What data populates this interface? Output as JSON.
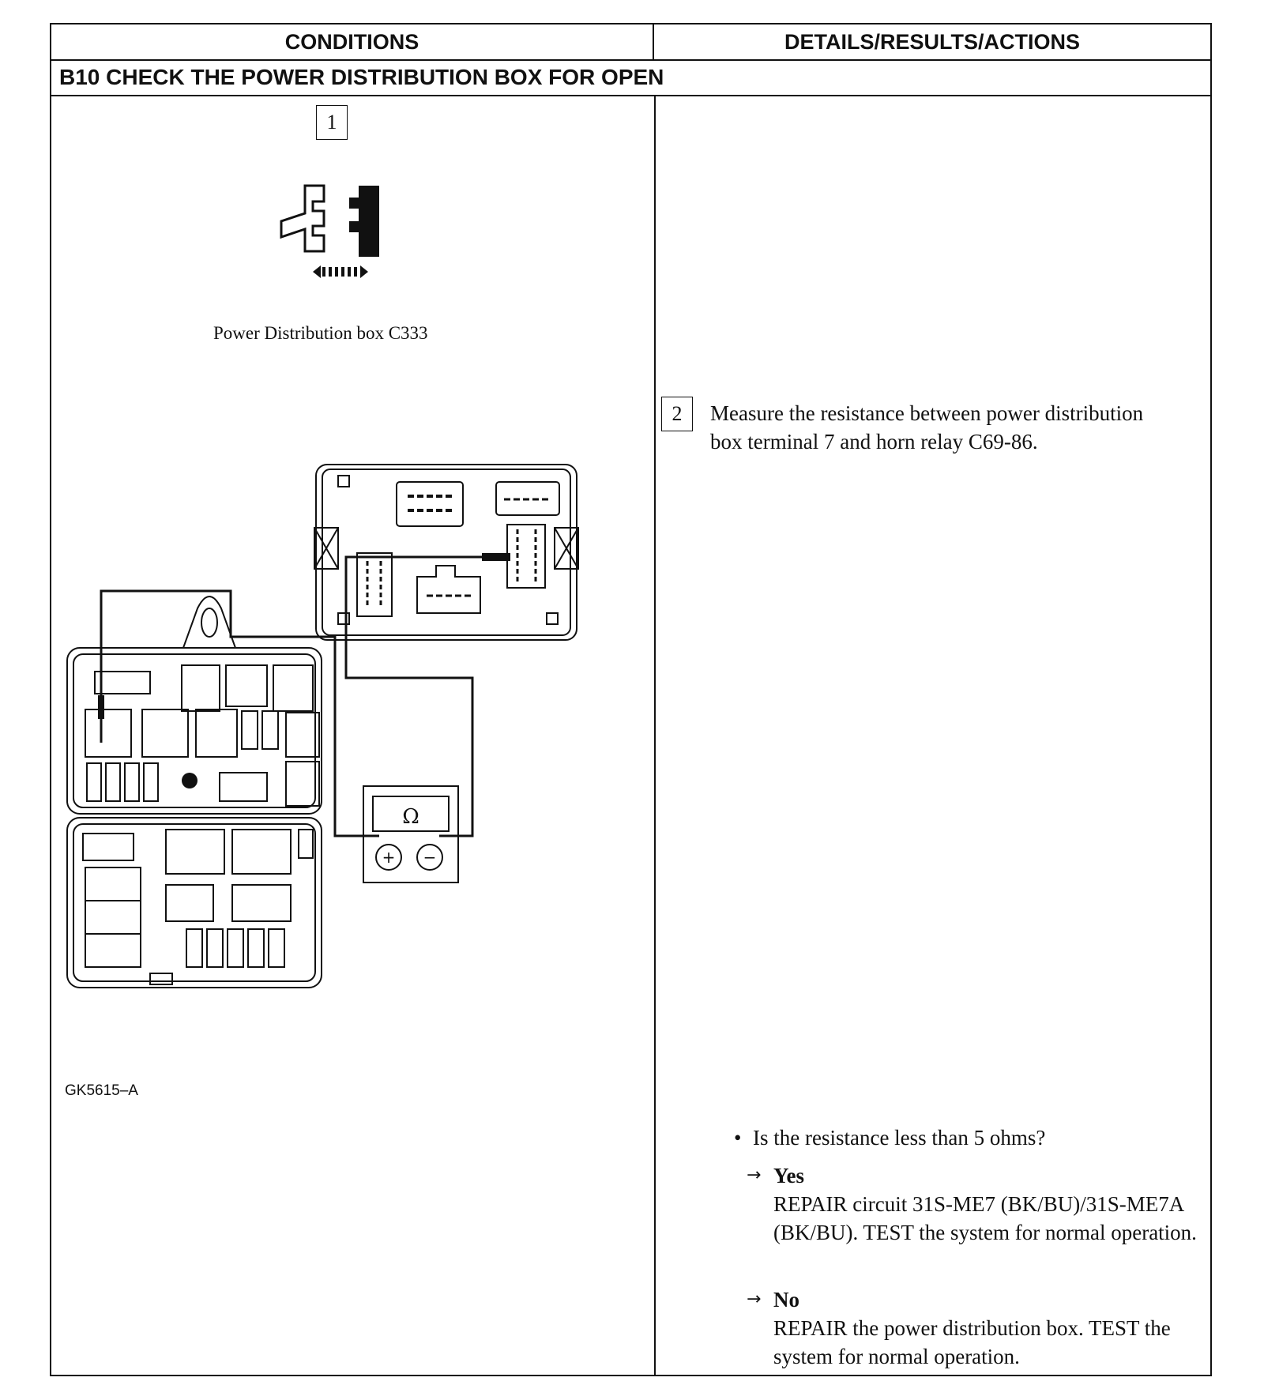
{
  "headers": {
    "conditions": "CONDITIONS",
    "details": "DETAILS/RESULTS/ACTIONS"
  },
  "section_title": "B10 CHECK THE POWER DISTRIBUTION BOX FOR OPEN",
  "step1": {
    "number": "1",
    "caption": "Power Distribution box C333",
    "icon": "connector-disconnect-icon"
  },
  "step2": {
    "number": "2",
    "instruction": "Measure the resistance between power distribution box terminal 7 and horn relay C69-86."
  },
  "figure": {
    "code": "GK5615–A",
    "meter_symbol": "Ω",
    "meter_plus": "+",
    "meter_minus": "−"
  },
  "question": "Is the resistance less than 5 ohms?",
  "answers": [
    {
      "label": "Yes",
      "text": "REPAIR circuit 31S-ME7 (BK/BU)/31S-ME7A (BK/BU). TEST the system for normal operation."
    },
    {
      "label": "No",
      "text": "REPAIR the power distribution box. TEST the system for normal operation."
    }
  ]
}
